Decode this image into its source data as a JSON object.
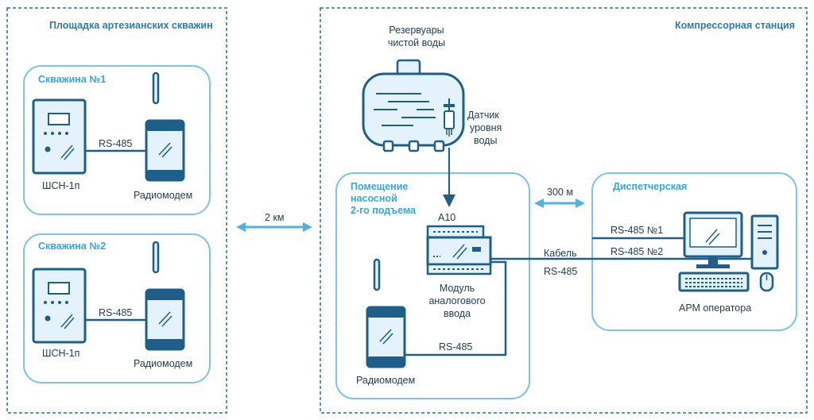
{
  "zones": {
    "wells_site": "Площадка артезианских скважин",
    "compressor_station": "Компрессорная станция"
  },
  "rooms": {
    "well1": "Скважина №1",
    "well2": "Скважина №2",
    "pump_room": [
      "Помещение",
      "насосной",
      "2-го подъема"
    ],
    "dispatch": "Диспетчерская"
  },
  "devices": {
    "cabinet1": "ШСН-1п",
    "cabinet2": "ШСН-1п",
    "modem1": "Радиомодем",
    "modem2": "Радиомодем",
    "modem3": "Радиомодем",
    "module_code": "А10",
    "module_name": [
      "Модуль",
      "аналогового",
      "ввода"
    ],
    "tanks": [
      "Резервуары",
      "чистой воды"
    ],
    "sensor": [
      "Датчик",
      "уровня",
      "воды"
    ],
    "workstation": "АРМ оператора"
  },
  "links": {
    "well1_rs485": "RS-485",
    "well2_rs485": "RS-485",
    "modem3_rs485": "RS-485",
    "distance_2km": "2 км",
    "distance_300m": "300 м",
    "cable": [
      "Кабель",
      "RS-485"
    ],
    "rs485_1": "RS-485 №1",
    "rs485_2": "RS-485 №2"
  },
  "colors": {
    "zone_border": "#2b6e9a",
    "room_border": "#7cc4e8",
    "device_stroke": "#1d5f8a",
    "device_fill": "#d8eefa",
    "accent": "#4fb3e6",
    "line": "#1d5f8a"
  }
}
